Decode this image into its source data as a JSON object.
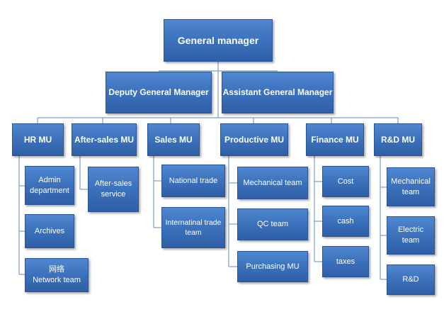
{
  "chart": {
    "general_manager": "General manager",
    "deputy": "Deputy General Manager",
    "assistant": "Assistant General Manager",
    "departments": {
      "hr": "HR MU",
      "after_sales": "After-sales MU",
      "sales": "Sales MU",
      "productive": "Productive MU",
      "finance": "Finance  MU",
      "rnd": "R&D MU"
    },
    "hr_units": {
      "admin_line1": "Admin",
      "admin_line2": "department",
      "archives": "Archives",
      "network_line1": "网络",
      "network_line2": "Network  team"
    },
    "after_sales_units": {
      "service_line1": "After-sales",
      "service_line2": "service"
    },
    "sales_units": {
      "national": "National trade",
      "intl_line1": "Internatinal trade",
      "intl_line2": "team"
    },
    "productive_units": {
      "mechanical": "Mechanical team",
      "qc": "QC team",
      "purchasing": "Purchasing  MU"
    },
    "finance_units": {
      "cost": "Cost",
      "cash": "cash",
      "taxes": "taxes"
    },
    "rnd_units": {
      "mech_line1": "Mechanical",
      "mech_line2": "team",
      "elec_line1": "Electric",
      "elec_line2": "team",
      "rnd": "R&D"
    }
  }
}
